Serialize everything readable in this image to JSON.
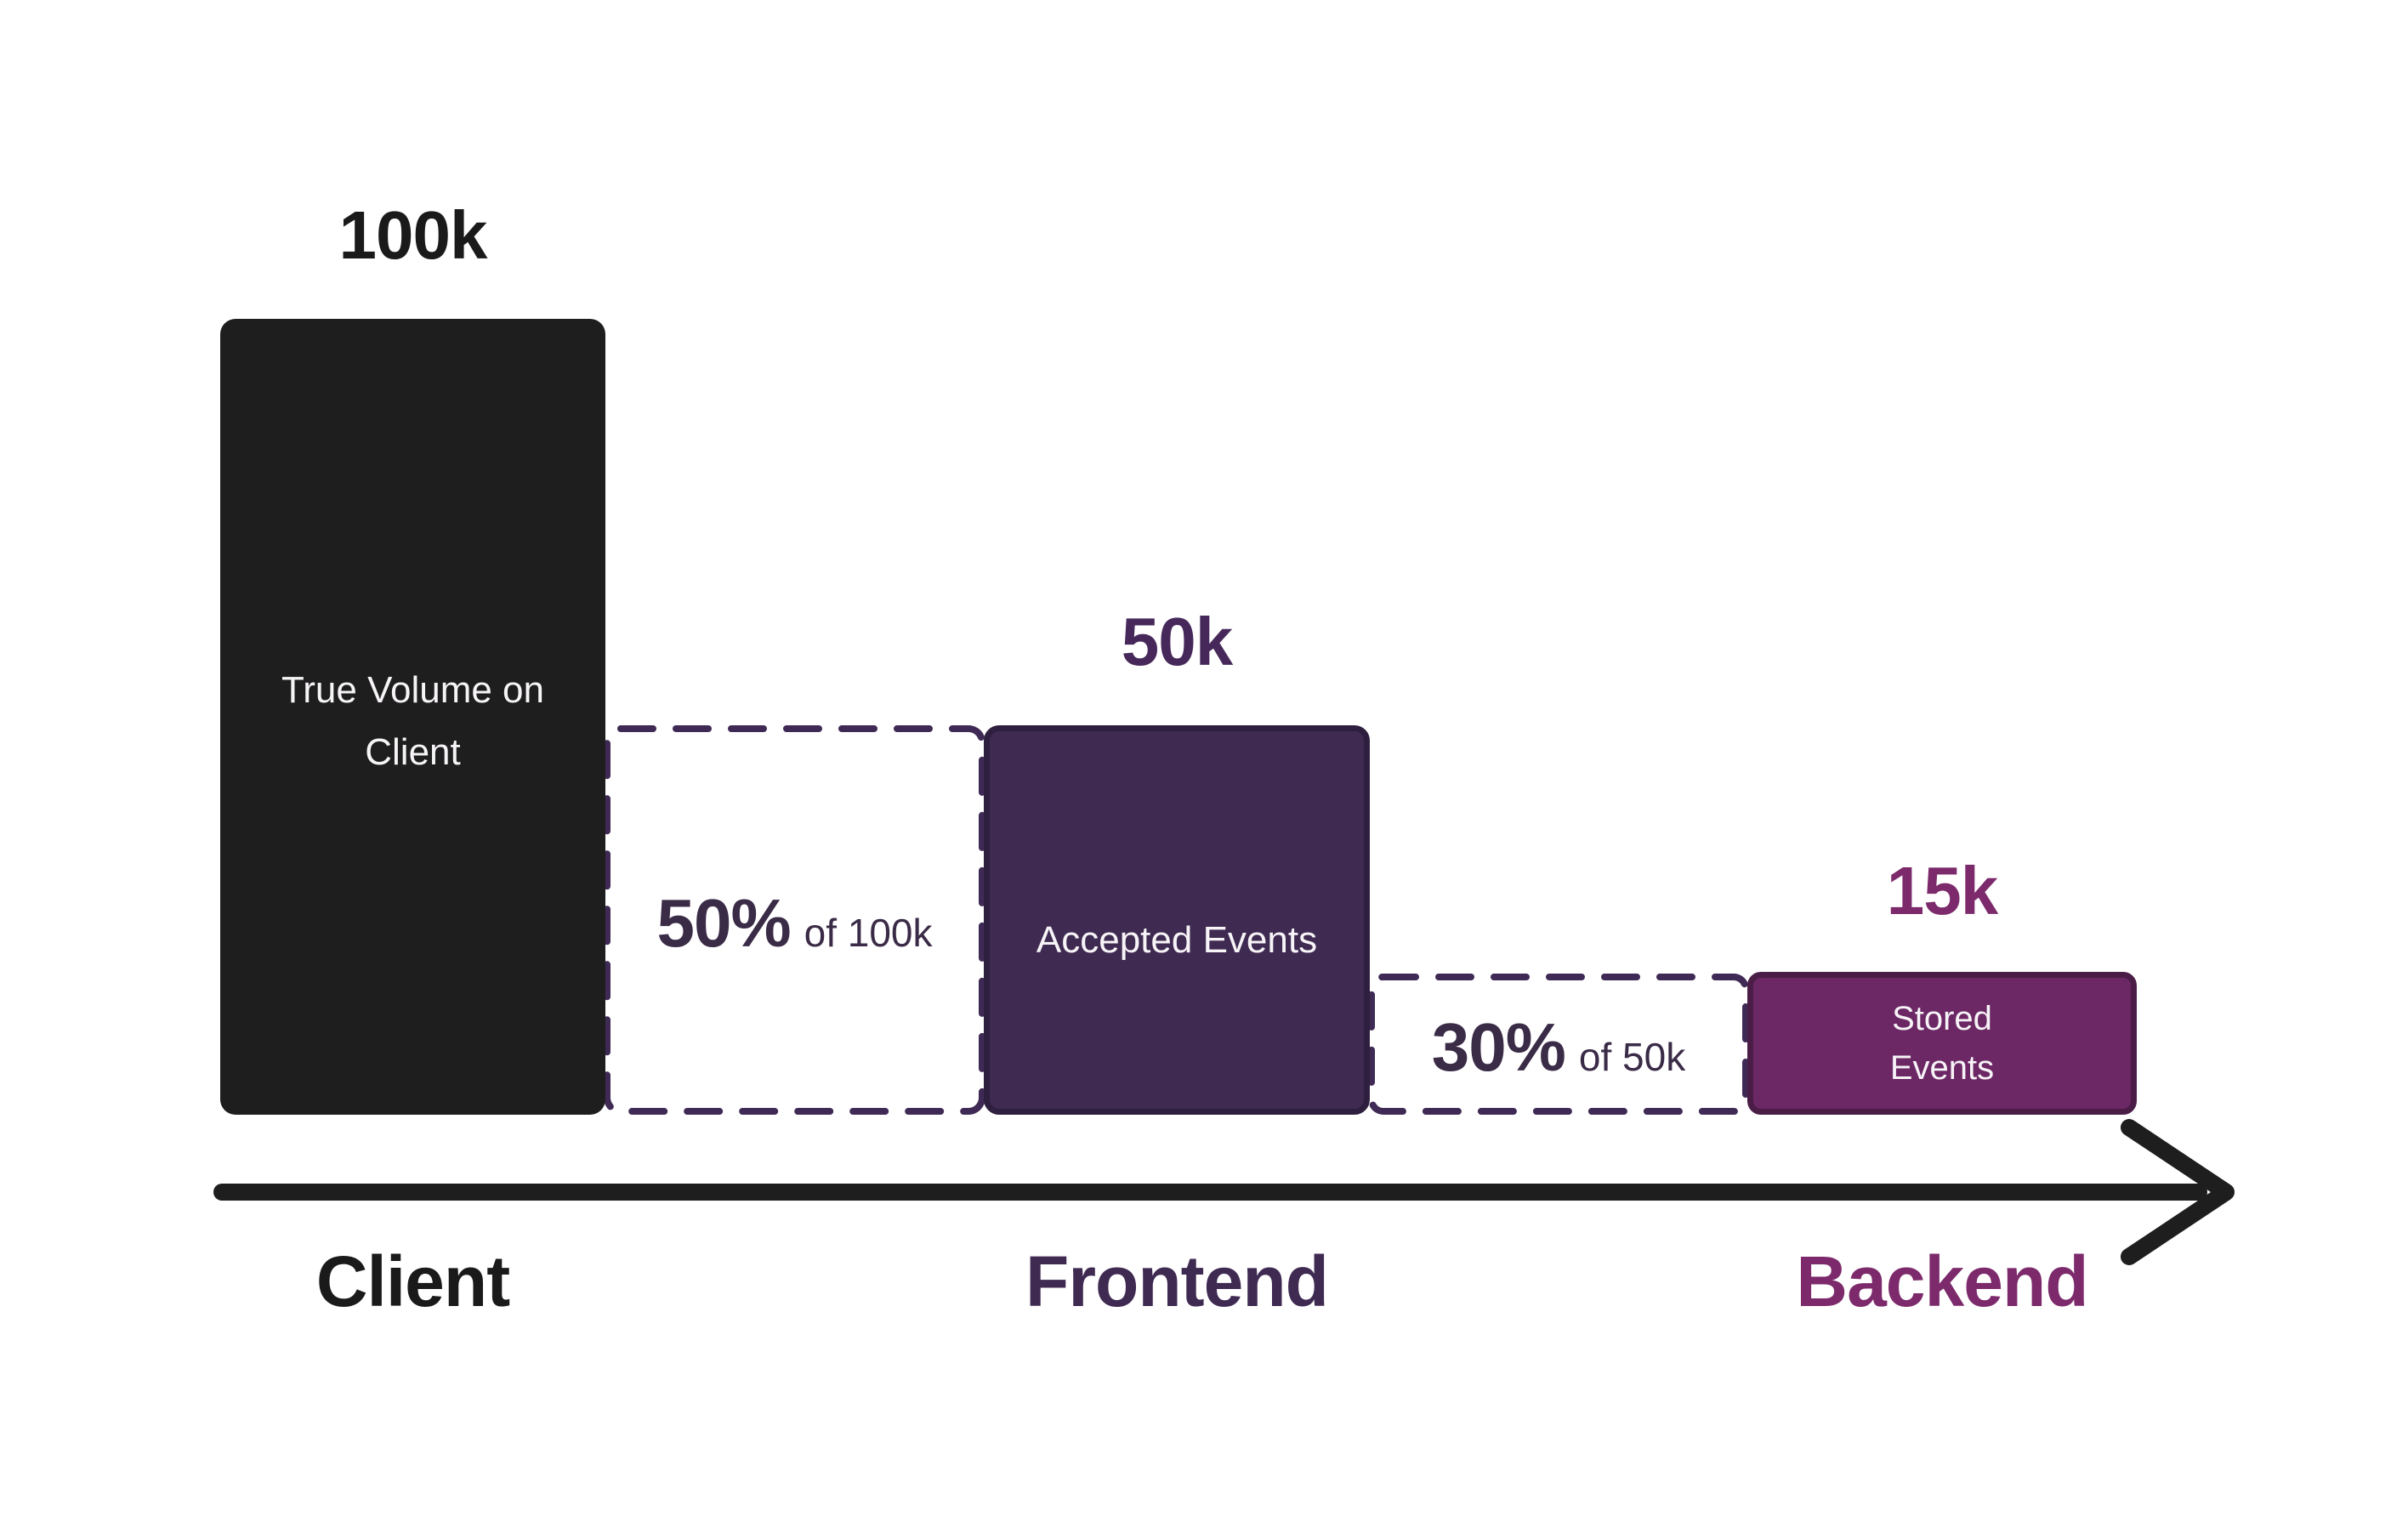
{
  "chart_data": {
    "type": "bar",
    "variant": "funnel",
    "title": "",
    "categories": [
      "Client",
      "Frontend",
      "Backend"
    ],
    "series": [
      {
        "name": "Events",
        "values": [
          100000,
          50000,
          15000
        ]
      }
    ],
    "value_labels": [
      "100k",
      "50k",
      "15k"
    ],
    "bar_labels": [
      "True Volume on Client",
      "Accepted Events",
      "Stored Events"
    ],
    "drop_annotations": [
      {
        "pct": "50%",
        "of": "of 100k",
        "between": [
          "Client",
          "Frontend"
        ]
      },
      {
        "pct": "30%",
        "of": "of 50k",
        "between": [
          "Frontend",
          "Backend"
        ]
      }
    ],
    "xlabel": "",
    "ylabel": "",
    "legend": "none",
    "grid": false,
    "axis": "horizontal arrow from Client to Backend"
  },
  "stages": {
    "client": {
      "value_label": "100k",
      "bar_label": "True Volume on Client",
      "axis_label": "Client"
    },
    "frontend": {
      "value_label": "50k",
      "bar_label": "Accepted Events",
      "axis_label": "Frontend"
    },
    "backend": {
      "value_label": "15k",
      "bar_label": "Stored Events",
      "axis_label": "Backend"
    }
  },
  "drops": {
    "client_to_frontend": {
      "pct": "50%",
      "of_text": "of 100k"
    },
    "frontend_to_backend": {
      "pct": "30%",
      "of_text": "of 50k"
    }
  },
  "colors": {
    "background": "#ffffff",
    "client_bar": "#1e1e1e",
    "frontend_bar_fill": "#3f2a52",
    "frontend_bar_stroke": "#2f1f3e",
    "backend_bar_fill": "#6c2765",
    "backend_bar_stroke": "#4a1d47",
    "dashed_outline": "#3f2a55",
    "arrow": "#1e1e1e",
    "value_label_client": "#1a1a1a",
    "value_label_frontend": "#46295a",
    "value_label_backend": "#7c2a6b",
    "pct_text": "#3a2b47",
    "bar_text": "#f7f4f7"
  }
}
